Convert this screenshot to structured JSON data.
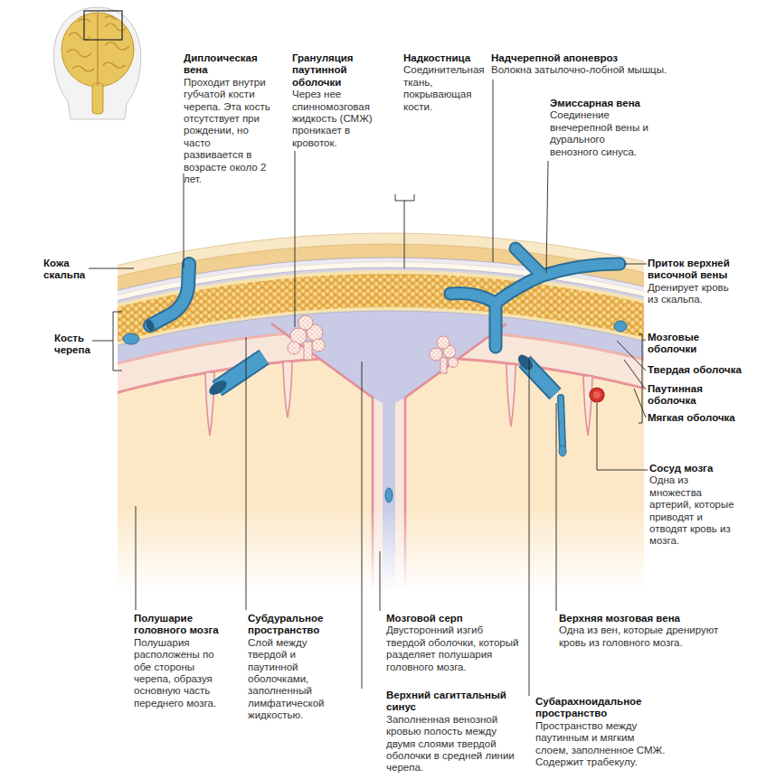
{
  "diagram": {
    "labels": [
      "Диплоическая вена",
      "Проходит внутри губчатой кости черепа. Эта кость отсутствует при рождении, но часто развивается в возрасте около 2 лет.",
      "Грануляция паутинной оболочки",
      "Через нее спинномозговая жидкость (СМЖ) проникает в кровоток.",
      "Надкостница",
      "Соединительная ткань, покрывающая кости.",
      "Надчерепной апоневроз",
      "Волокна затылочно-лобной мышцы.",
      "Эмиссарная вена",
      "Соединение внечерепной вены и дурального венозного синуса.",
      "Кожа скальпа",
      "Кость черепа",
      "Приток верхней височной вены",
      "Дренирует кровь из скальпа.",
      "Мозговые оболочки",
      "Твердая оболочка",
      "Паутинная оболочка",
      "Мягкая оболочка",
      "Сосуд мозга",
      "Одна из множества артерий, которые приводят и отводят кровь из мозга.",
      "Полушарие головного мозга",
      "Полушария расположены по обе стороны черепа, образуя основную часть переднего мозга.",
      "Субдуральное пространство",
      "Слой между твердой и паутинной оболочками, заполненный лимфатической жидкостью.",
      "Мозговой серп",
      "Двусторонний изгиб твердой оболочки, который разделяет полушария головного мозга.",
      "Верхняя мозговая вена",
      "Одна из вен, которые дренируют кровь из головного мозга.",
      "Верхний сагиттальный синус",
      "Заполненная венозной кровью полость между двумя слоями твердой оболочки в средней линии черепа.",
      "Субарахноидальное пространство",
      "Пространство между паутинным и мягким слоем, заполненное СМЖ. Содержит трабекулу."
    ]
  }
}
